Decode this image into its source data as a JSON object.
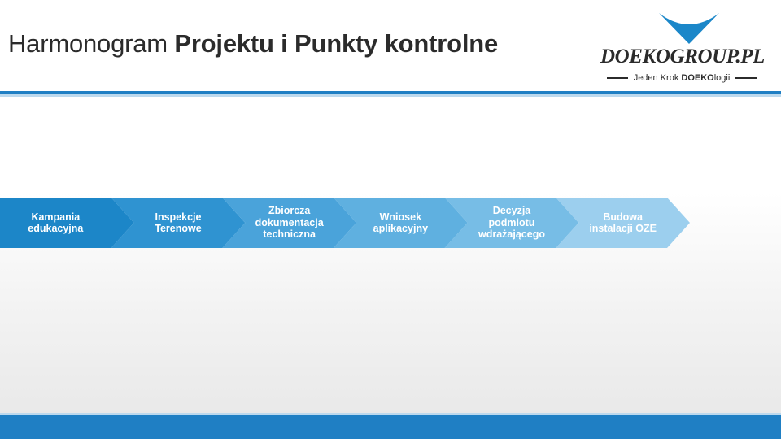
{
  "slide": {
    "title_light": "Harmonogram ",
    "title_bold": "Projektu i Punkty kontrolne",
    "accent_color": "#1f7fc4",
    "accent_soft_color": "#bcd9ee"
  },
  "logo": {
    "name": "DOEKOGROUP.PL",
    "tagline_prefix": "Jeden Krok ",
    "tagline_brand": "DOEKO",
    "tagline_suffix": "logii",
    "mark_color": "#1b87c9"
  },
  "process": {
    "steps": [
      {
        "label": "Kampania edukacyjna",
        "color": "#1c86c8",
        "font_size": 12.5
      },
      {
        "label": "Inspekcje\nTerenowe",
        "color": "#2f93d1",
        "font_size": 12.5
      },
      {
        "label": "Zbiorcza\ndokumentacja\ntechniczna",
        "color": "#4aa3da",
        "font_size": 12.5
      },
      {
        "label": "Wniosek\naplikacyjny",
        "color": "#5fb0e0",
        "font_size": 12.5
      },
      {
        "label": "Decyzja\npodmiotu\nwdrażającego",
        "color": "#77bde6",
        "font_size": 12.5
      },
      {
        "label": "Budowa\ninstalacji OZE",
        "color": "#9ccfee",
        "font_size": 12.5
      }
    ]
  }
}
